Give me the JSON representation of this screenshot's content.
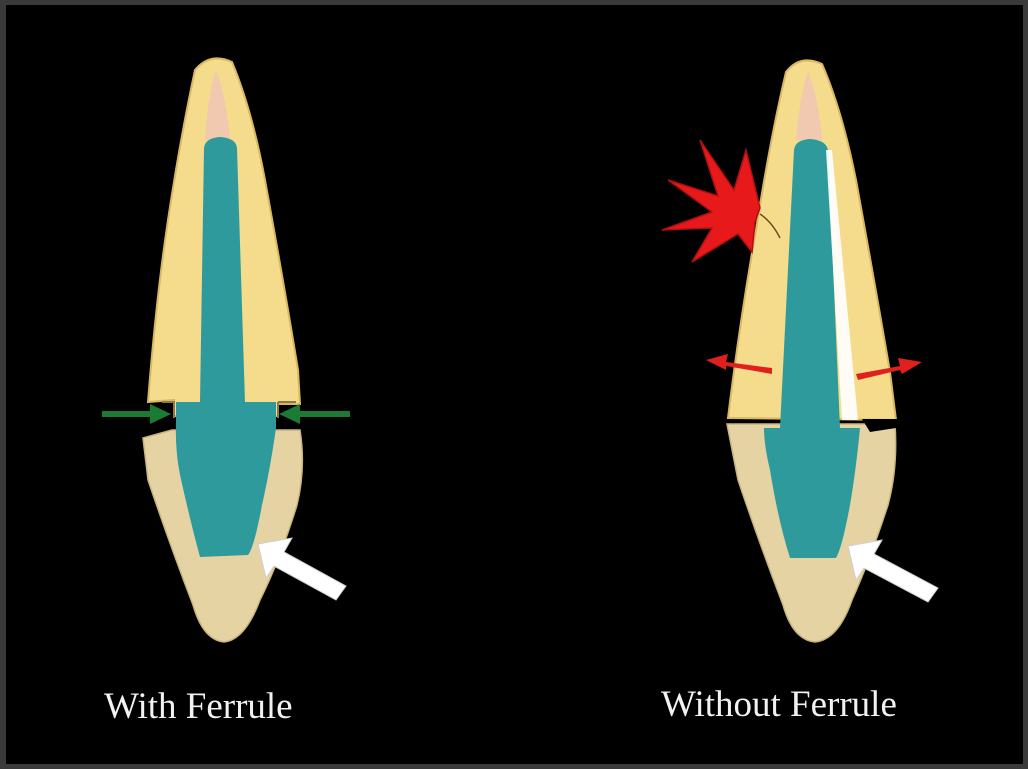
{
  "panels": [
    {
      "label": "With Ferrule"
    },
    {
      "label": "Without Ferrule"
    }
  ],
  "colors": {
    "background": "#000000",
    "root_dentin": "#e6d3a3",
    "crown": "#f4dc8c",
    "crown_outline": "#d8b860",
    "post_core": "#2f9a9c",
    "pulp_tip": "#f1c8b0",
    "ferrule_arrow": "#1b7a34",
    "stress_arrow": "#e0201c",
    "load_arrow": "#ffffff",
    "fracture_burst": "#e8191b",
    "gap_highlight": "#ffffff"
  },
  "icons": [
    "green-ferrule-arrow",
    "white-load-arrow",
    "red-fracture-burst",
    "red-displacement-arrow"
  ]
}
